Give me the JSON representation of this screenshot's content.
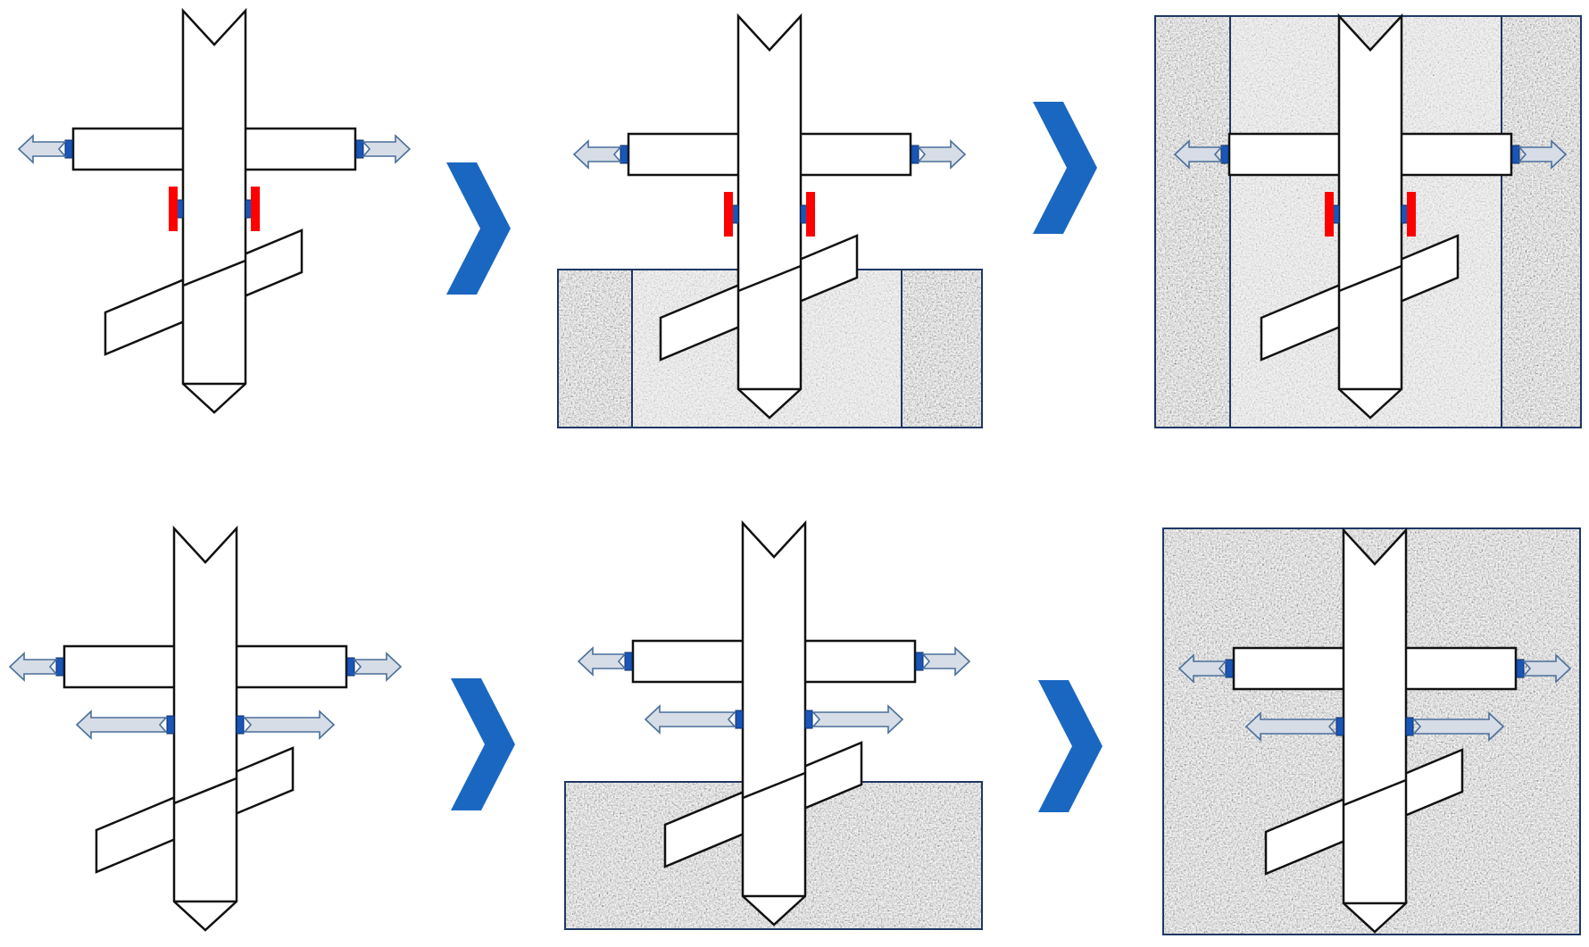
{
  "diagram": {
    "rows": [
      {
        "stages": [
          {
            "backfill": "none",
            "lower_anchors": "plate"
          },
          {
            "backfill": "partial-with-loose-core",
            "lower_anchors": "plate"
          },
          {
            "backfill": "full-with-loose-core",
            "lower_anchors": "plate"
          }
        ]
      },
      {
        "stages": [
          {
            "backfill": "none",
            "lower_anchors": "expanding"
          },
          {
            "backfill": "partial-dense",
            "lower_anchors": "expanding"
          },
          {
            "backfill": "full-dense",
            "lower_anchors": "expanding"
          }
        ]
      }
    ],
    "step_arrow": "chevron-right-icon"
  },
  "colors": {
    "chevron": "#1a67c2",
    "actuator": "#1a56b8",
    "plate_anchor": "#ff0000",
    "outline": "#111111",
    "box_border": "#1f3864",
    "arrow_outline": "#4a6f9a",
    "soil_dense": "#8f8f8f",
    "soil_loose": "#ececec"
  }
}
